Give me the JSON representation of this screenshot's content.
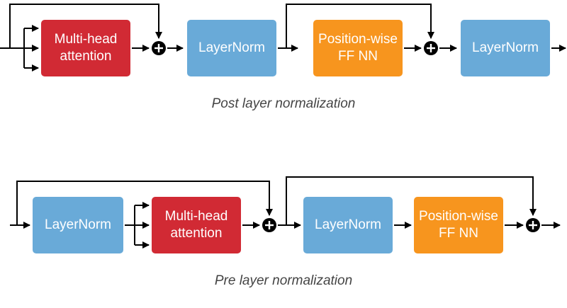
{
  "colors": {
    "attention": "#d12a34",
    "layernorm": "#69aad8",
    "feedforward": "#f7951e",
    "line": "#000000"
  },
  "post_ln": {
    "caption": "Post layer normalization",
    "attention": [
      "Multi-head",
      "attention"
    ],
    "layernorm_1": "LayerNorm",
    "feedforward": [
      "Position-wise",
      "FF NN"
    ],
    "layernorm_2": "LayerNorm"
  },
  "pre_ln": {
    "caption": "Pre layer normalization",
    "layernorm_1": "LayerNorm",
    "attention": [
      "Multi-head",
      "attention"
    ],
    "layernorm_2": "LayerNorm",
    "feedforward": [
      "Position-wise",
      "FF NN"
    ]
  }
}
